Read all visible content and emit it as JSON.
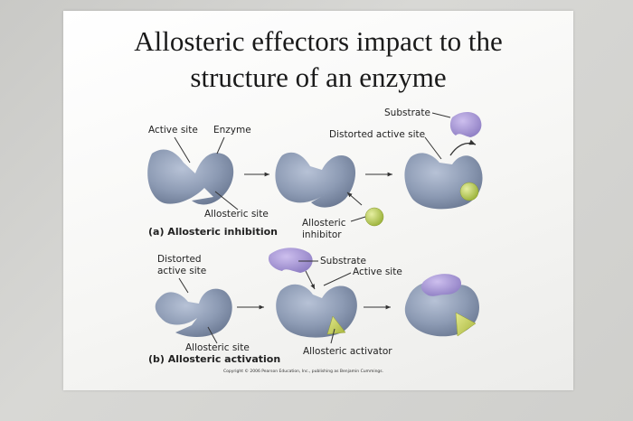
{
  "slide": {
    "title_line1": "Allosteric effectors impact to the",
    "title_line2": "structure of an enzyme"
  },
  "panel_a": {
    "label_active_site": "Active site",
    "label_enzyme": "Enzyme",
    "label_allosteric_site": "Allosteric site",
    "caption": "(a) Allosteric inhibition",
    "label_allosteric_inhibitor_1": "Allosteric",
    "label_allosteric_inhibitor_2": "inhibitor",
    "label_substrate": "Substrate",
    "label_distorted_active_site": "Distorted active site"
  },
  "panel_b": {
    "label_distorted_1": "Distorted",
    "label_distorted_2": "active site",
    "label_substrate": "Substrate",
    "label_active_site": "Active site",
    "label_allosteric_site": "Allosteric site",
    "caption": "(b) Allosteric activation",
    "label_allosteric_activator": "Allosteric activator"
  },
  "copyright": "Copyright © 2006 Pearson Education, Inc., publishing as Benjamin Cummings.",
  "colors": {
    "enzyme": "#8f9db5",
    "substrate": "#a99ad3",
    "inhibitor": "#b9cc5a",
    "activator": "#c9d25e"
  }
}
